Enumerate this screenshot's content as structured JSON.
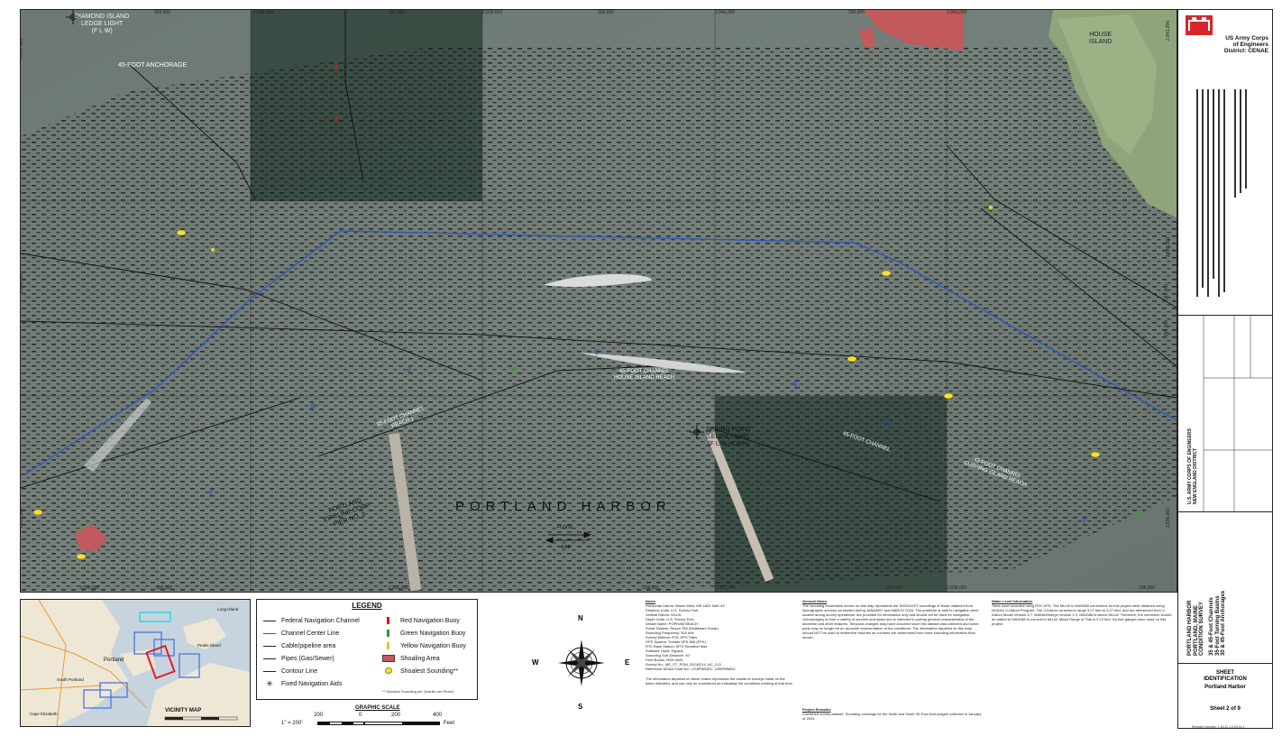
{
  "map": {
    "top_coords": [
      "302,000",
      "2,938,000",
      "301,000",
      "2,939,000",
      "300,000",
      "2,940,000",
      "299,000",
      "2,941,000"
    ],
    "bottom_coords": [
      "2,935,000",
      "300,000",
      "2,936,000",
      "298,000",
      "2,937,000",
      "297,000",
      "2,938,000",
      "296,000"
    ],
    "left_coords": [
      "2,837,000",
      "303,000",
      "2,834,000",
      "301,000",
      "2,833,000"
    ],
    "right_coords": [
      "2,841,000",
      "2,840,000",
      "297,000",
      "298,000",
      "2,836,000"
    ],
    "labels": {
      "diamond_island": "DIAMOND ISLAND\nLEDGE LIGHT\n(F L W)",
      "anchorage": "45-FOOT ANCHORAGE",
      "house_island": "HOUSE\nISLAND",
      "harbor_name": "PORTLAND HARBOR",
      "spring_point": "SPRING POINT\nLEDGE LIGHT\n(F L W HORN)",
      "pipeline_pier": "PORTLAND\nPIPELINE CORP.\nPIER NO. 2",
      "channel_house": "45-FOOT CHANNEL\nHOUSE ISLAND REACH",
      "channel_35": "35-FOOT CHANNEL\nREACH 1",
      "channel_cushing": "45-FOOT CHANNEL\nCUSHING ISLAND REACH",
      "channel_45": "45-FOOT CHANNEL",
      "flood": "FLOOD",
      "ebb": "EBB"
    }
  },
  "title_block": {
    "org": "US Army Corps\nof Engineers\nDistrict: CENAE",
    "org_vertical": "U.S. ARMY CORPS OF ENGINEERS\nNEW ENGLAND DISTRICT",
    "project": "PORTLAND HARBOR\nPORTLAND, MAINE\nCONDITION SURVEY",
    "project_detail": "35 & 45-Foot Channels\n35-Foot Turning Basins\n30 & 45-Foot Anchorages",
    "sheet_id_label": "SHEET\nIDENTIFICATION",
    "sheet_id_value": "Portland Harbor",
    "sheet_number": "Sheet 2 of 9"
  },
  "vicinity": {
    "title": "VICINITY MAP",
    "places": [
      "Portland",
      "Peaks Island",
      "Long Island",
      "South Portland",
      "Cape Elizabeth"
    ]
  },
  "legend": {
    "title": "LEGEND",
    "items_left": [
      "Federal Navigation Channel",
      "Channel Center Line",
      "Cable/pipeline area",
      "Pipes (Gas/Sewer)",
      "Contour Line",
      "Fixed Navigation Aids"
    ],
    "items_right": [
      "Red Navigation Buoy",
      "Green Navigation Buoy",
      "Yellow Navigation Buoy",
      "Shoaling Area",
      "Shoalest Sounding**"
    ],
    "footnote": "** Shoalest Sounding per Quarter per Reach"
  },
  "graphic_scale": {
    "title": "GRAPHIC SCALE",
    "ratio": "1\" = 200'",
    "ticks": [
      "200",
      "0",
      "200",
      "400"
    ],
    "unit": "Feet"
  },
  "compass": [
    "N",
    "E",
    "S",
    "W"
  ],
  "notes": {
    "header": "Notes",
    "lines": [
      "Horizontal Datum: Maine West, ME-1802 NAD 83",
      "Distance Units: U.S. Survey Feet",
      "Vertical Datum: MLLW",
      "Depth Units: U.S. Survey Feet",
      "Vessel Name: POPHAM BEACH",
      "Sonar System: Reson T50 (Multibeam Sonar)",
      "Sounding Frequency: 300 kHz",
      "Survey Method: RTK GPS Tides",
      "GPS System: Trimble SPS 855 (RTK)",
      "RTK Base Station: MTS Smartnet Max",
      "Software Used: Hypack",
      "Sounding Sort Distance: 40'",
      "Field Books: NSH-4981",
      "Survey No.: ME_ST_POM_20240214_NC_213",
      "Reference NOAA Chart No.: US5PWMDC, US5PWMDC"
    ],
    "footer": "The information depicted on these charts represents the results of surveys made on the dates indicated, and can only be considered as indicating the conditions existing at that time."
  },
  "general_notes": {
    "header": "General Notes",
    "text": "The sounding information shown on this map represents the SHOALEST soundings of those obtained from hydrographic surveys conducted during JANUARY and MARCH 2024. The positions of aids to navigation were located during survey operations, are provided for information only and should not be used for navigation. Orthoimagery is from a variety of sources and dates and is intended to portray general characteristics of the shoreline and other features. Temporal changes may have occurred since this dataset was collected and some parts may no longer be an accurate representation of the conditions. The information depicted on this map should NOT be used to determine volumes as volumes are determined from more sounding information than shown."
  },
  "project_remarks": {
    "header": "Project Remarks",
    "text": "Combined survey dataset. Sounding coverage for the North and South 30-Foot Anchorages collected in January of 2024."
  },
  "water_level": {
    "header": "Water Level Information",
    "text": "Tides were recorded using RTK GPS. The MLLW to NAVD88 corrections for this project were obtained using NOAA's V-Datum Program. The V-Datum corrections range 5.07 feet to 5.27 feet, and are referenced from V-Datum Model Version 4.7, MAINeMinergn Version 2.3. NAVD88 is above MLLW. Therefore, the correction should be added to NAVD88 to convert to MLLW. Mean Range of Tide is 9.12 feet. No tide gauges were used on this project."
  },
  "revision": "Revision Number: 1.03.11.1.0.03.11.1",
  "colors": {
    "water": "#6c7670",
    "shoal": "#c2595c",
    "channel_line": "#2b55c5",
    "land": "#8fa47a",
    "dark_overlay": "#2f453b"
  }
}
